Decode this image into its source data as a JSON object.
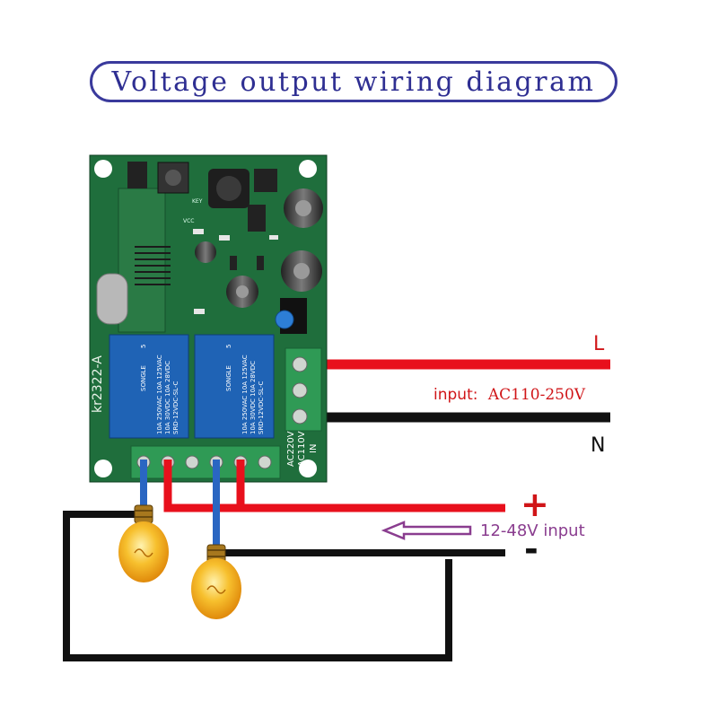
{
  "title": "Voltage output wiring diagram",
  "labels": {
    "live": "L",
    "neutral": "N",
    "ac_prefix": "input:",
    "ac_range": "AC110-250V",
    "plus": "+",
    "minus": "-",
    "dc_input": "12-48V input"
  },
  "board": {
    "model_text": "SRD-12VDC-SL-C",
    "relay_brand": "SONGLE",
    "relay_rating_lines": [
      "10A 250VAC  10A 125VAC",
      "10A 30VDC  10A 28VDC"
    ],
    "relay_number": "5",
    "terminal_text_1": "AC220V",
    "terminal_text_2": "AC110V",
    "terminal_text_3": "IN",
    "side_text": "kr2322-A",
    "key_label": "KEY",
    "vcc_label": "VCC"
  },
  "colors": {
    "title_text": "#2e2e92",
    "title_border": "#3a3a9c",
    "board_green": "#1f6e3c",
    "relay_blue": "#1f63b5",
    "terminal_green": "#2f9a55",
    "wire_red": "#e8101c",
    "wire_black": "#111111",
    "wire_blue": "#2a66c2",
    "input_text_red": "#d01518",
    "dc_text_purple": "#8a3d8f",
    "bulb": "#f5b21a"
  }
}
